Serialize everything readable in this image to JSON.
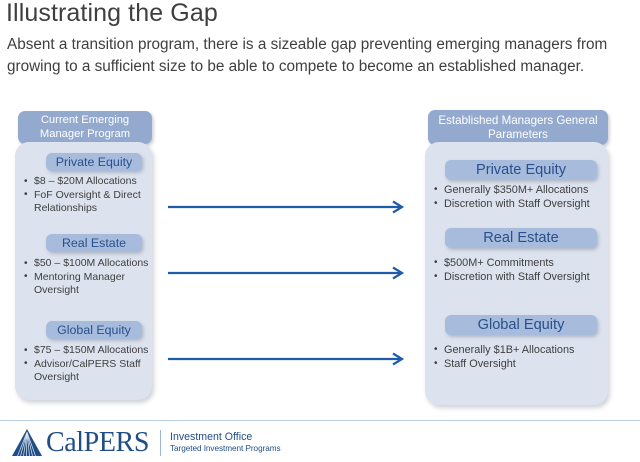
{
  "slide": {
    "title": "Illustrating the Gap",
    "subtitle": "Absent a transition program, there is a sizeable gap preventing emerging managers from growing to a sufficient size to be able to compete to become an established manager."
  },
  "colors": {
    "panel_background": "#dce2ee",
    "title_pill": "#93a9ce",
    "section_pill": "#a7bcdd",
    "section_pill_text": "#2a4f8a",
    "arrow": "#1f5caa",
    "brand_blue": "#1f4e86",
    "divider": "#b9cfe4"
  },
  "left_panel": {
    "title": "Current Emerging Manager Program",
    "sections": [
      {
        "heading": "Private Equity",
        "bullets": [
          "$8 – $20M Allocations",
          "FoF Oversight  & Direct Relationships"
        ]
      },
      {
        "heading": "Real Estate",
        "bullets": [
          "$50 – $100M Allocations",
          "Mentoring Manager Oversight"
        ]
      },
      {
        "heading": "Global Equity",
        "bullets": [
          "$75 – $150M Allocations",
          "Advisor/CalPERS Staff Oversight"
        ]
      }
    ]
  },
  "right_panel": {
    "title": "Established Managers General Parameters",
    "sections": [
      {
        "heading": "Private Equity",
        "bullets": [
          "Generally $350M+ Allocations",
          "Discretion with Staff Oversight"
        ]
      },
      {
        "heading": "Real Estate",
        "bullets": [
          "$500M+ Commitments",
          "Discretion with Staff Oversight"
        ]
      },
      {
        "heading": "Global Equity",
        "bullets": [
          "Generally $1B+ Allocations",
          "Staff Oversight"
        ]
      }
    ]
  },
  "connectors": [
    {
      "name": "arrow-private-equity"
    },
    {
      "name": "arrow-real-estate"
    },
    {
      "name": "arrow-global-equity"
    }
  ],
  "footer": {
    "brand": "CalPERS",
    "office": "Investment Office",
    "program": "Targeted Investment Programs"
  }
}
